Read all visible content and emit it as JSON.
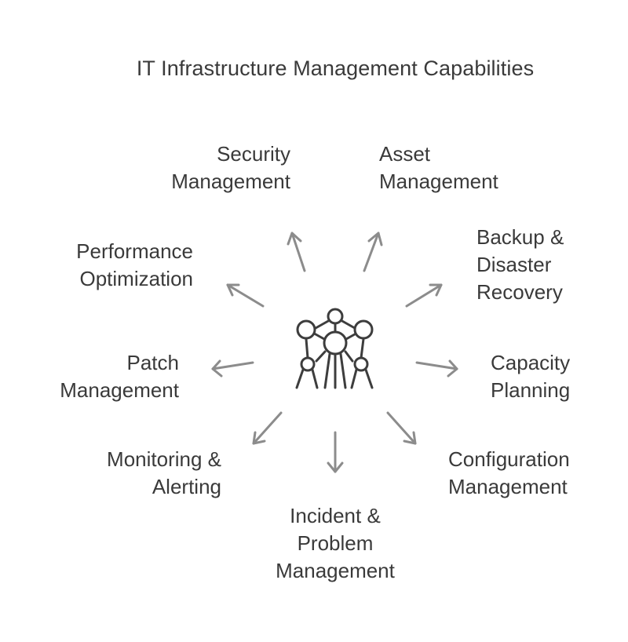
{
  "title": "IT Infrastructure Management Capabilities",
  "capabilities": {
    "security": "Security\nManagement",
    "asset": "Asset\nManagement",
    "backup": "Backup &\nDisaster\nRecovery",
    "performance": "Performance\nOptimization",
    "patch": "Patch\nManagement",
    "capacity": "Capacity\nPlanning",
    "monitoring": "Monitoring &\nAlerting",
    "configuration": "Configuration\nManagement",
    "incident": "Incident &\nProblem\nManagement"
  },
  "hub_icon": "network-hub-icon",
  "colors": {
    "text": "#3a3a3a",
    "arrow": "#8c8c8c",
    "icon": "#3d3d3d"
  }
}
